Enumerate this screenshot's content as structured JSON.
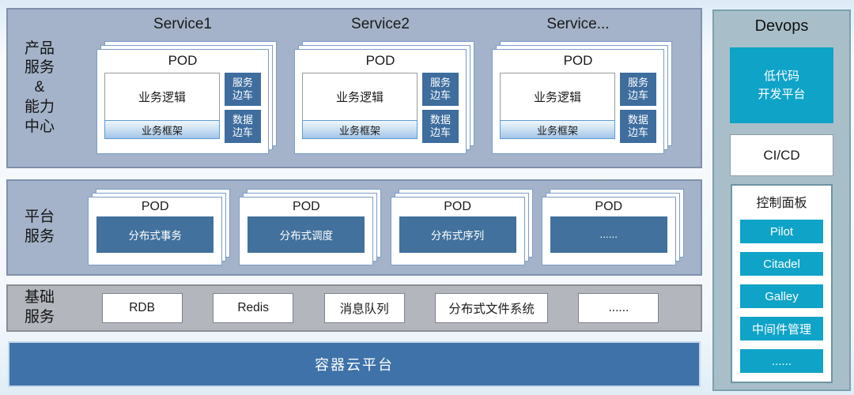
{
  "colors": {
    "band_blue_bg": "#a4b3c9",
    "band_gray_bg": "#b3b6bd",
    "sidecar_blue": "#3e6d9e",
    "platform_bar_blue": "#41719c",
    "container_bar_blue": "#3e72a8",
    "cyan": "#0fa3c8",
    "devops_bg": "#a8bfc9",
    "framework_border": "#5b9bd5"
  },
  "product_row": {
    "label": "产品\n服务\n&\n能力\n中心",
    "services": [
      {
        "title": "Service1"
      },
      {
        "title": "Service2"
      },
      {
        "title": "Service..."
      }
    ],
    "pod": {
      "title": "POD",
      "logic": "业务逻辑",
      "framework": "业务框架",
      "sidecar_service": "服务\n边车",
      "sidecar_data": "数据\n边车"
    }
  },
  "platform_row": {
    "label": "平台\n服务",
    "pod_title": "POD",
    "pods": [
      "分布式事务",
      "分布式调度",
      "分布式序列",
      "......"
    ]
  },
  "base_row": {
    "label": "基础\n服务",
    "items": [
      "RDB",
      "Redis",
      "消息队列",
      "分布式文件系统",
      "......"
    ]
  },
  "container_bar": {
    "label": "容器云平台"
  },
  "devops": {
    "title": "Devops",
    "lowcode": "低代码\n开发平台",
    "cicd": "CI/CD",
    "control_panel": {
      "title": "控制面板",
      "buttons": [
        "Pilot",
        "Citadel",
        "Galley",
        "中间件管理",
        "......"
      ]
    }
  }
}
